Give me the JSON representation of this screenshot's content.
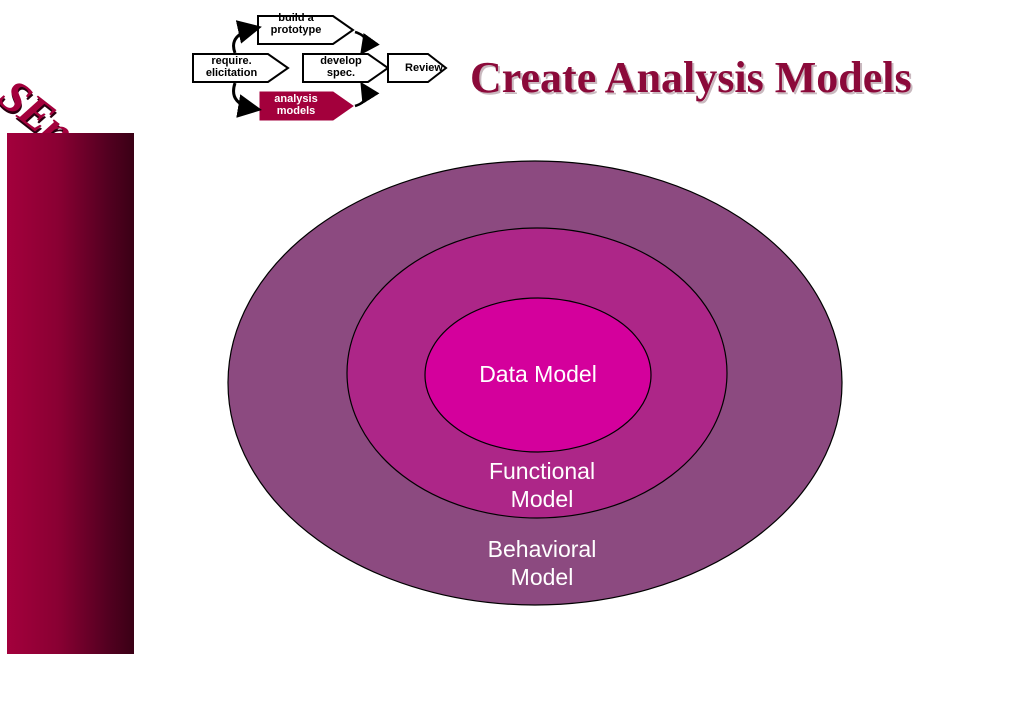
{
  "logo": {
    "text": "SEng"
  },
  "title": "Create Analysis Models",
  "flow": {
    "build_prototype": [
      "build a",
      "prototype"
    ],
    "require_elicitation": [
      "require.",
      "elicitation"
    ],
    "develop_spec": [
      "develop",
      "spec."
    ],
    "review": "Review",
    "analysis_models": [
      "analysis",
      "models"
    ]
  },
  "diagram": {
    "inner": "Data Model",
    "middle": [
      "Functional",
      "Model"
    ],
    "outer": [
      "Behavioral",
      "Model"
    ]
  },
  "colors": {
    "outer_ellipse": "#8c4a80",
    "middle_ellipse": "#ad2688",
    "inner_ellipse": "#d4009c",
    "flow_highlight": "#a3003c",
    "side_bar": "#8a0033",
    "title": "#8b0a3a"
  }
}
